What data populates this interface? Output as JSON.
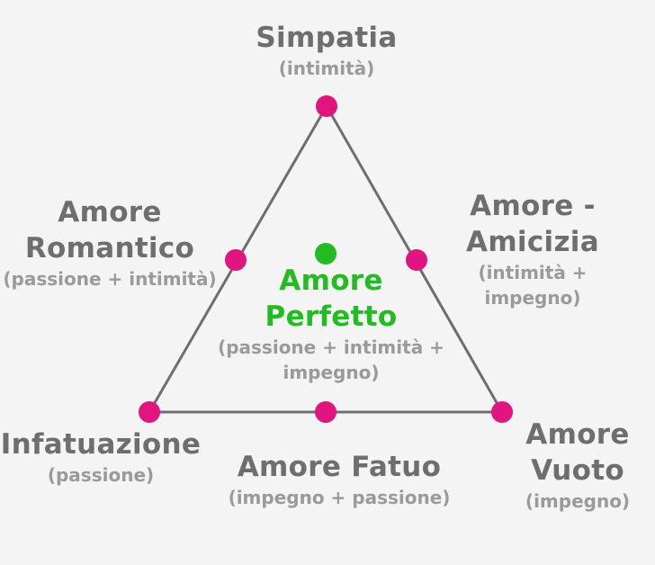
{
  "colors": {
    "background": "#f4f4f4",
    "edge": "#6e6e6e",
    "vertex_node": "#e0157f",
    "center_node": "#22bb22",
    "title_text": "#6e6e6e",
    "subtitle_text": "#9a9a9a",
    "center_text": "#22bb22"
  },
  "labels": {
    "top": {
      "title": "Simpatia",
      "subtitle": "(intimità)"
    },
    "left": {
      "title": "Amore Romantico",
      "subtitle": "(passione + intimità)"
    },
    "right": {
      "title": "Amore - Amicizia",
      "subtitle": "(intimità + impegno)"
    },
    "center": {
      "title": "Amore Perfetto",
      "subtitle": "(passione + intimità + impegno)"
    },
    "bottom_left": {
      "title": "Infatuazione",
      "subtitle": "(passione)"
    },
    "bottom": {
      "title": "Amore Fatuo",
      "subtitle": "(impegno + passione)"
    },
    "bottom_right": {
      "title": "Amore Vuoto",
      "subtitle": "(impegno)"
    }
  }
}
